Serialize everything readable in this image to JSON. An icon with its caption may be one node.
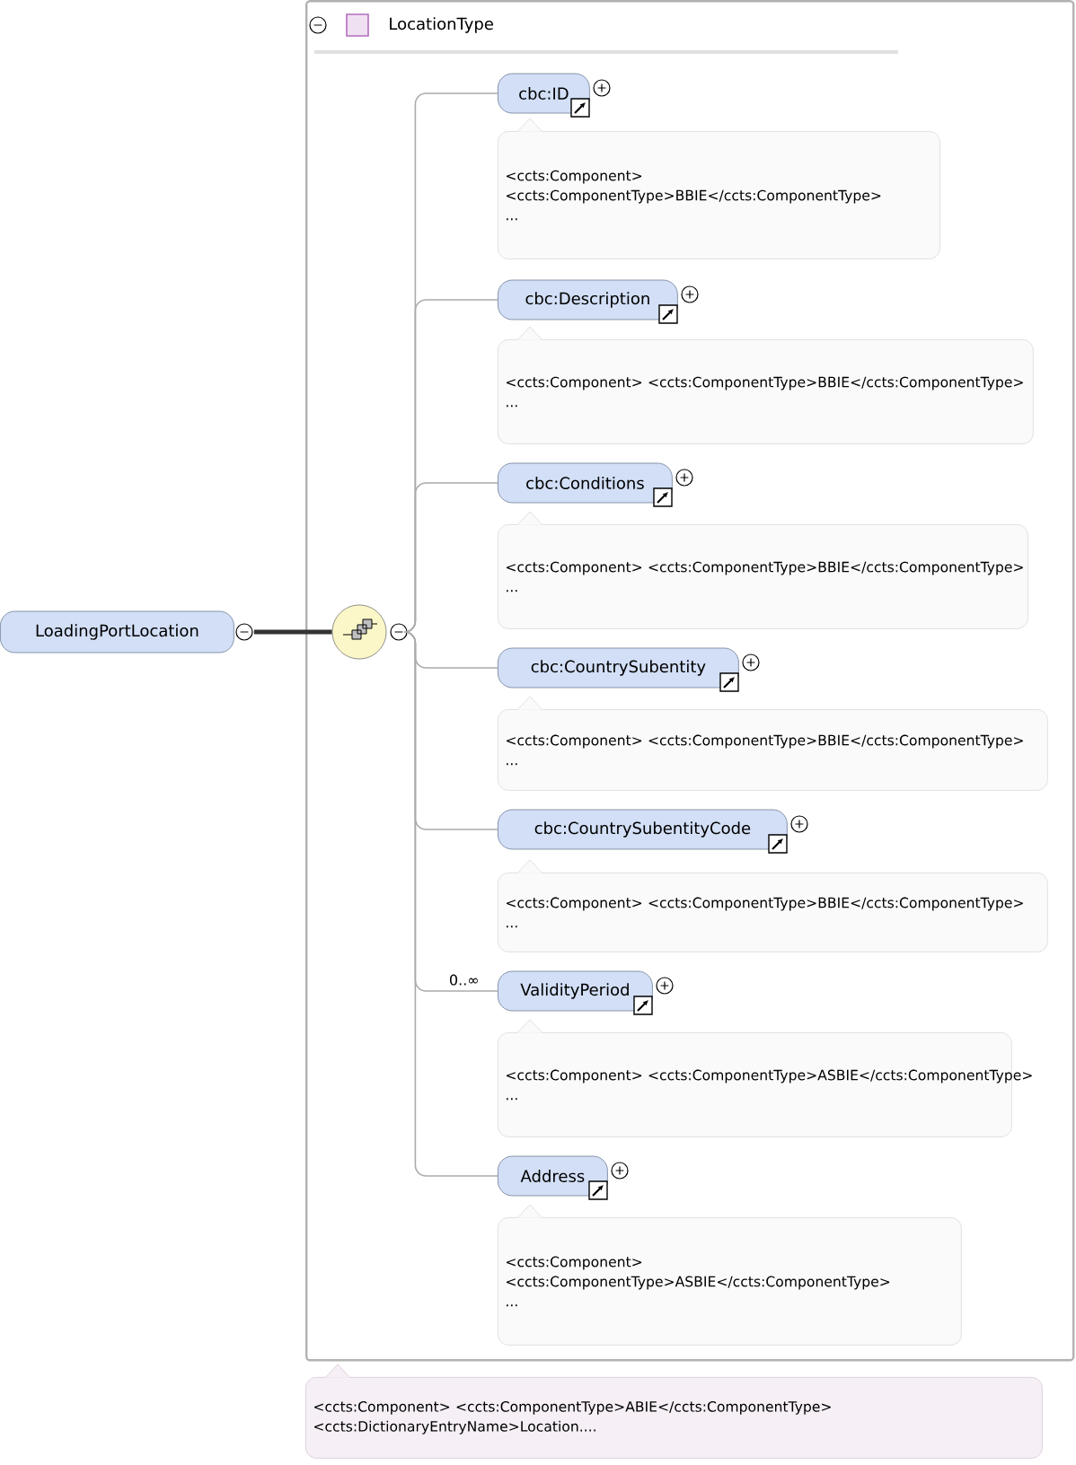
{
  "diagram": {
    "nodes": [
      {
        "text": [
          "LoadingPortLocation"
        ]
      },
      {
        "text": [
          "LocationType"
        ]
      },
      {
        "text": [],
        "shape": "circle",
        "in": 1
      },
      {
        "text": [
          "cbc:ID"
        ],
        "in": 1
      },
      {
        "text": [
          "<ccts:Component> <ccts:ComponentType>BBIE</ccts:ComponentType> ..."
        ],
        "in": 1
      },
      {
        "text": [
          "cbc:Description"
        ],
        "in": 1
      },
      {
        "text": [
          "<ccts:Component> <ccts:ComponentType>BBIE</ccts:ComponentType> ..."
        ],
        "in": 1
      },
      {
        "text": [
          "cbc:Conditions"
        ],
        "in": 1
      },
      {
        "text": [
          "<ccts:Component> <ccts:ComponentType>BBIE</ccts:ComponentType> ..."
        ],
        "in": 1
      },
      {
        "text": [
          "cbc:CountrySubentity"
        ],
        "in": 1
      },
      {
        "text": [
          "<ccts:Component> <ccts:ComponentType>BBIE</ccts:ComponentType> ..."
        ],
        "in": 1
      },
      {
        "text": [
          "cbc:CountrySubentityCode"
        ],
        "in": 1
      },
      {
        "text": [
          "<ccts:Component> <ccts:ComponentType>BBIE</ccts:ComponentType> ..."
        ],
        "in": 1
      },
      {
        "text": [
          "ValidityPeriod"
        ],
        "in": 1
      },
      {
        "text": [
          "<ccts:Component> <ccts:ComponentType>ASBIE</ccts:ComponentType> ..."
        ],
        "in": 1
      },
      {
        "text": [
          "Address"
        ],
        "in": 1
      },
      {
        "text": [
          "<ccts:Component> <ccts:ComponentType>ASBIE</ccts:ComponentType> ..."
        ],
        "in": 1
      },
      {
        "text": [
          "<ccts:Component> <ccts:ComponentType>ABIE</ccts:ComponentType> <ccts:DictionaryEntryName>Location...."
        ]
      }
    ],
    "edges": [
      {
        "from": 0,
        "to": 2,
        "arrow": "none",
        "style": "thick",
        "color": "#333333"
      },
      {
        "from": 2,
        "to": 3,
        "arrow": "none"
      },
      {
        "from": 2,
        "to": 5,
        "arrow": "none"
      },
      {
        "from": 2,
        "to": 7,
        "arrow": "none"
      },
      {
        "from": 2,
        "to": 9,
        "arrow": "none"
      },
      {
        "from": 2,
        "to": 11,
        "arrow": "none"
      },
      {
        "from": 2,
        "to": 13,
        "arrow": "none",
        "label": "0..∞"
      },
      {
        "from": 2,
        "to": 15,
        "arrow": "none"
      }
    ]
  }
}
